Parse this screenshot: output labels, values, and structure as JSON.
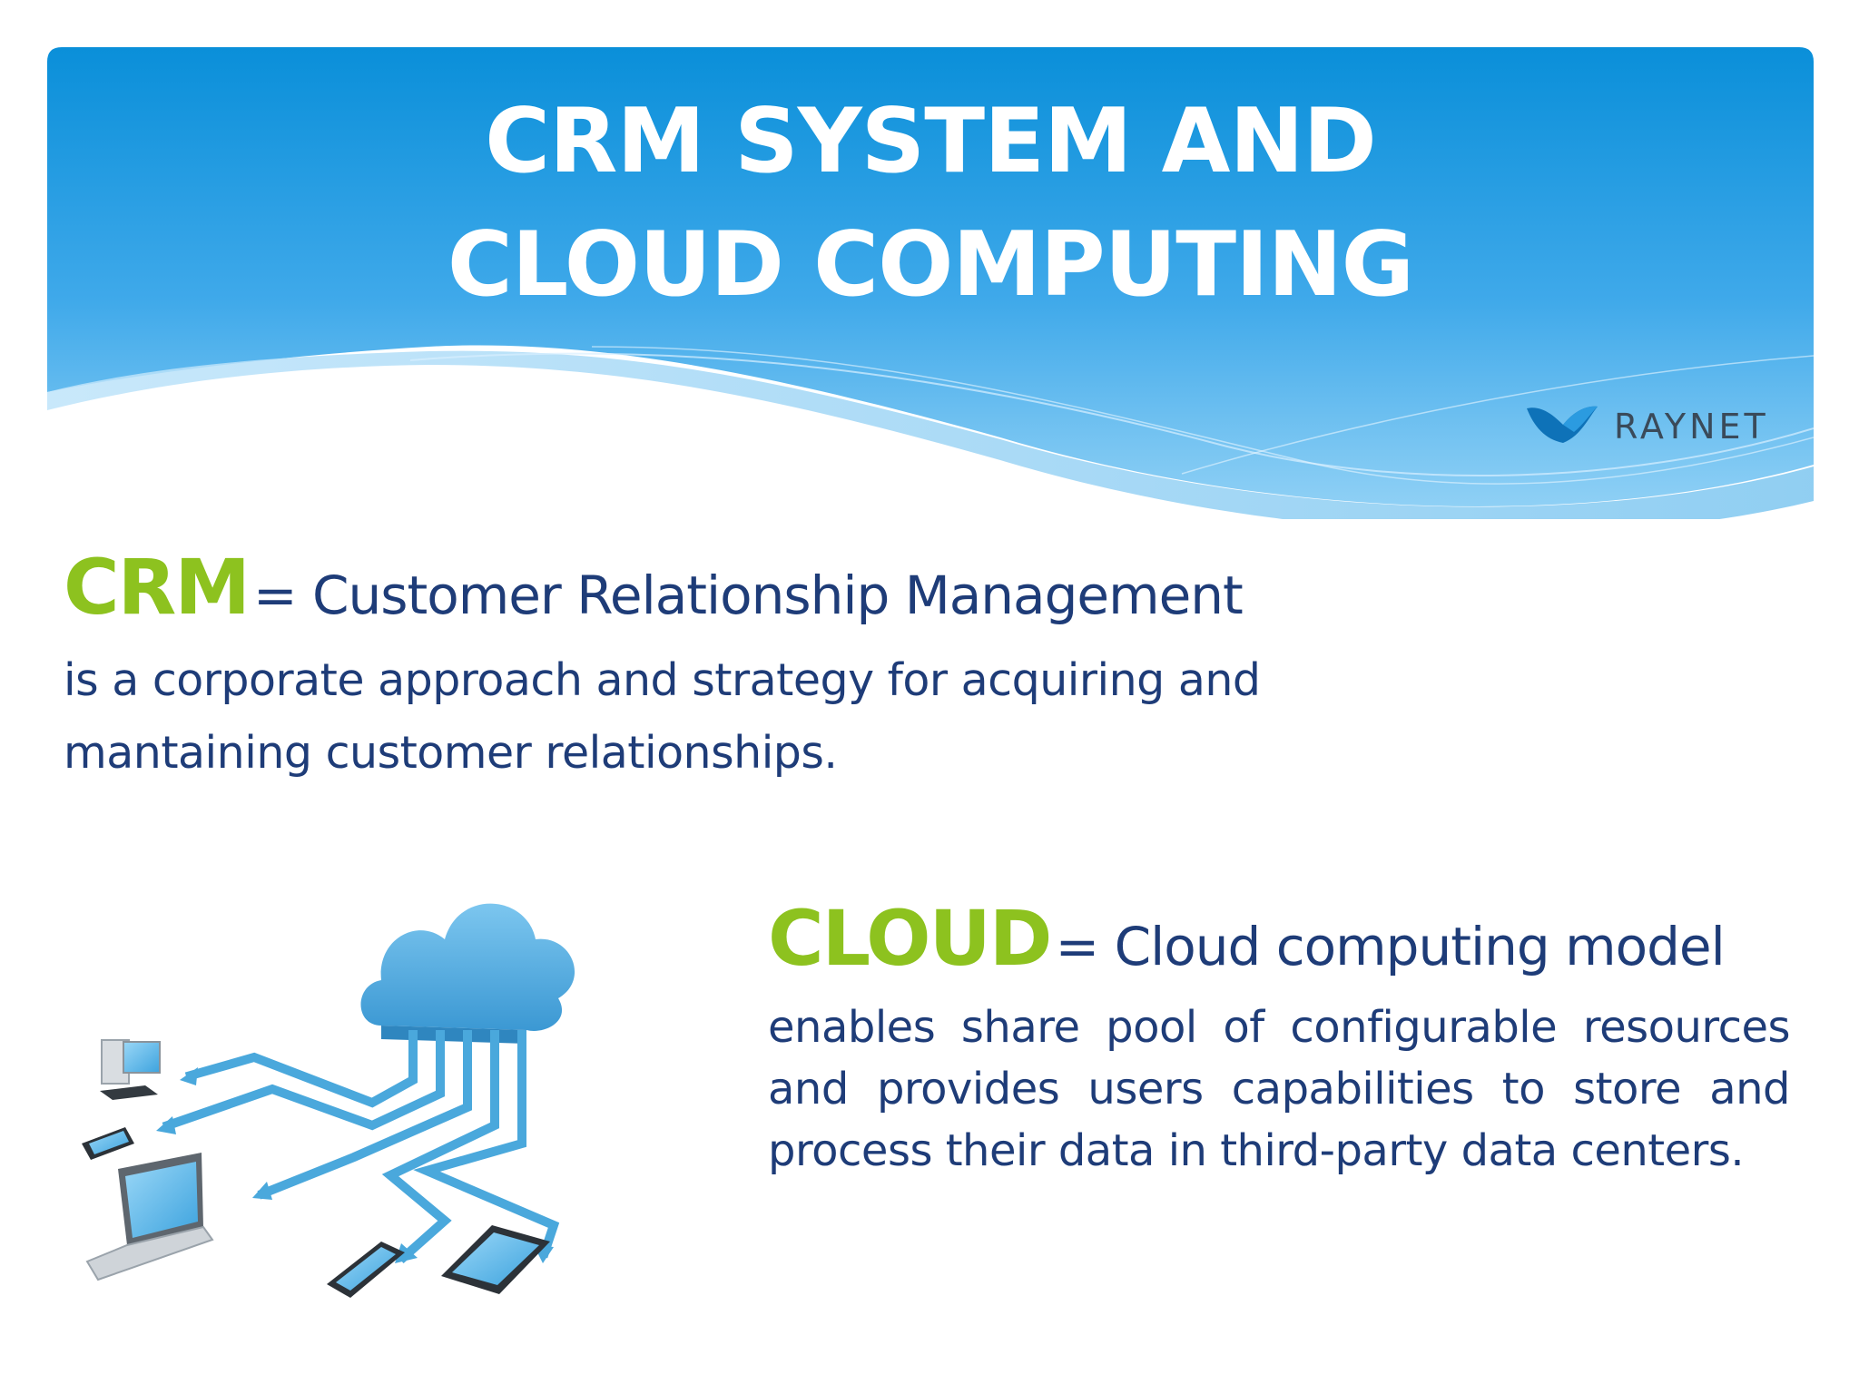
{
  "slide": {
    "title_lines": [
      "CRM SYSTEM AND",
      "CLOUD COMPUTING"
    ],
    "logo": {
      "icon": "raynet-wing-icon",
      "text": "RAYNET"
    },
    "crm": {
      "acronym": "CRM",
      "definition": "= Customer Relationship Management",
      "description": "is a corporate approach and strategy for acquiring and mantaining customer relationships."
    },
    "cloud": {
      "acronym": "CLOUD",
      "definition": "= Cloud computing model",
      "description": "enables share pool of configurable resources and provides users capabilities to store and process their data in third-party data centers."
    },
    "illustration": {
      "icons": [
        "cloud-icon",
        "desktop-computer-icon",
        "phone-icon",
        "laptop-icon",
        "smartphone-icon",
        "tablet-icon"
      ]
    },
    "colors": {
      "banner_top": "#0a8fd9",
      "banner_bottom": "#7cc8f2",
      "accent_green": "#8dc21f",
      "text_navy": "#1e3c78",
      "cloud_blue": "#4aa8dc"
    }
  }
}
